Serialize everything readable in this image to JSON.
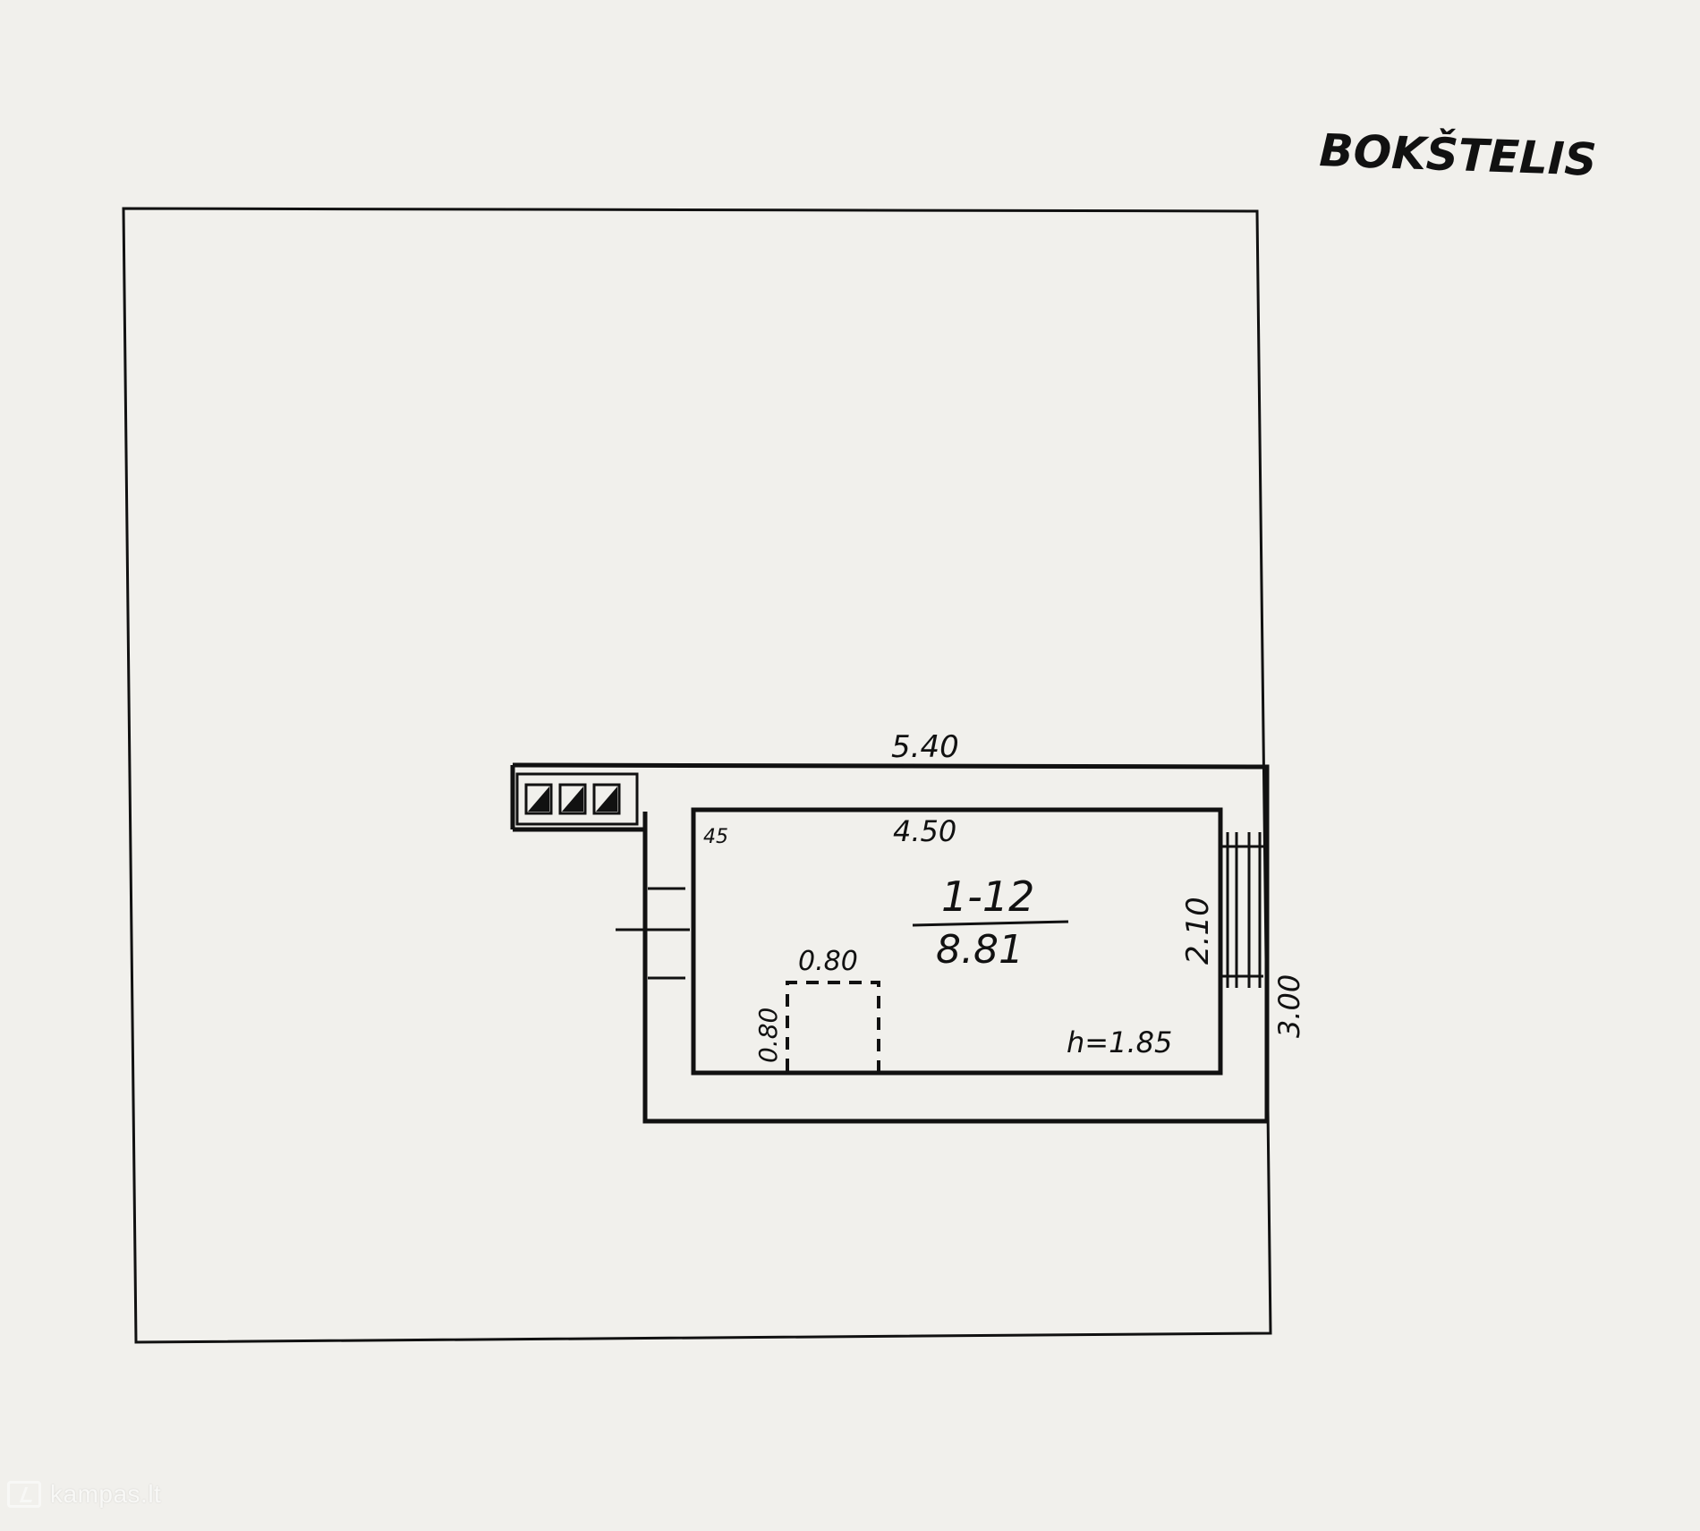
{
  "title": "BOKŠTELIS",
  "dimensions": {
    "outer_width": "5.40",
    "inner_width": "4.50",
    "outer_depth": "3.00",
    "inner_depth": "2.10",
    "corner_mark": "45",
    "opening_width": "0.80",
    "opening_height": "0.80"
  },
  "room": {
    "number": "1-12",
    "area": "8.81",
    "height": "h=1.85"
  },
  "watermark": "kampas.lt",
  "colors": {
    "paper": "#f1f0ec",
    "ink": "#111111"
  }
}
